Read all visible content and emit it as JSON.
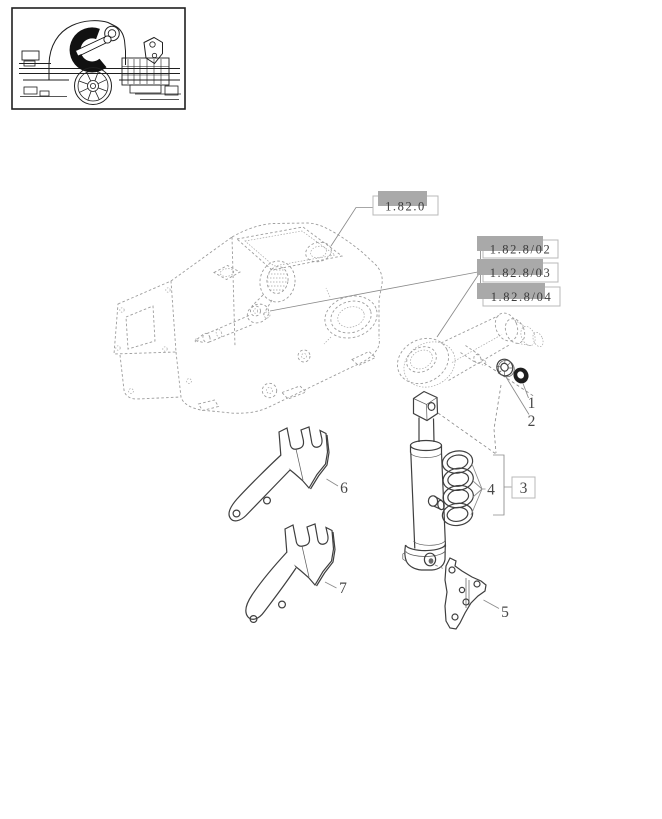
{
  "refs": {
    "main": "1.82.0",
    "variants": [
      "1.82.8/02",
      "1.82.8/03",
      "1.82.8/04"
    ]
  },
  "callouts": [
    "1",
    "2",
    "3",
    "4",
    "5",
    "6",
    "7"
  ],
  "colors": {
    "background": "#ffffff",
    "phantom_line": "#9c9c9c",
    "solid_line": "#3f3f3f",
    "leader_line": "#8a8a8a",
    "ref_box_border": "#b8b8b8",
    "ref_highlight": "#a9a9a9",
    "text": "#3c3c3c",
    "seal_fill": "#1e1e1e",
    "thumbnail_line": "#1f1f1f"
  }
}
